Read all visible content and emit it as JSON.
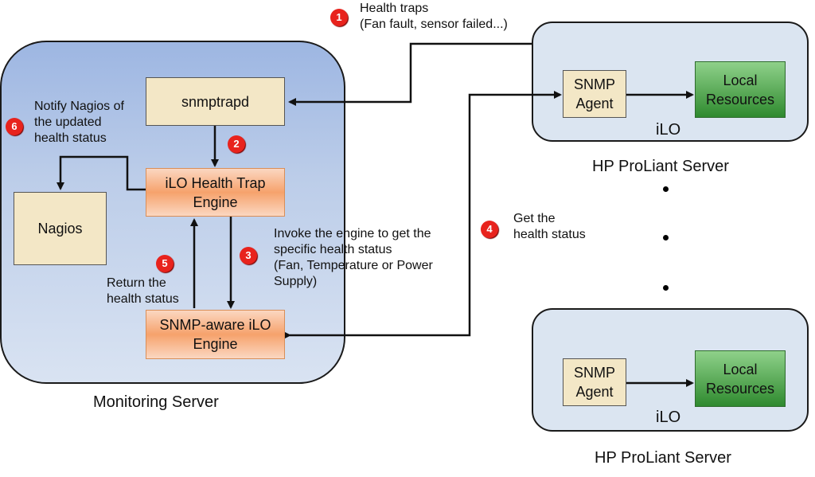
{
  "monitoring_server": {
    "caption": "Monitoring Server",
    "snmptrapd": "snmptrapd",
    "trap_engine": [
      "iLO Health Trap",
      "Engine"
    ],
    "nagios": "Nagios",
    "snmp_engine": [
      "SNMP-aware iLO",
      "Engine"
    ]
  },
  "servers": [
    {
      "caption": "HP ProLiant Server",
      "agent": [
        "SNMP",
        "Agent"
      ],
      "resources": [
        "Local",
        "Resources"
      ],
      "ilo": "iLO"
    },
    {
      "caption": "HP ProLiant Server",
      "agent": [
        "SNMP",
        "Agent"
      ],
      "resources": [
        "Local",
        "Resources"
      ],
      "ilo": "iLO"
    }
  ],
  "steps": [
    {
      "number": "1",
      "lines": [
        "Health traps",
        "(Fan fault, sensor failed...)"
      ]
    },
    {
      "number": "2",
      "lines": []
    },
    {
      "number": "3",
      "lines": [
        "Invoke the engine to get the",
        "specific health status",
        "(Fan, Temperature or Power",
        "Supply)"
      ]
    },
    {
      "number": "4",
      "lines": [
        "Get the",
        "health status"
      ]
    },
    {
      "number": "5",
      "lines": [
        "Return the",
        "health status"
      ]
    },
    {
      "number": "6",
      "lines": [
        "Notify Nagios of",
        "the updated",
        "health status"
      ]
    }
  ]
}
